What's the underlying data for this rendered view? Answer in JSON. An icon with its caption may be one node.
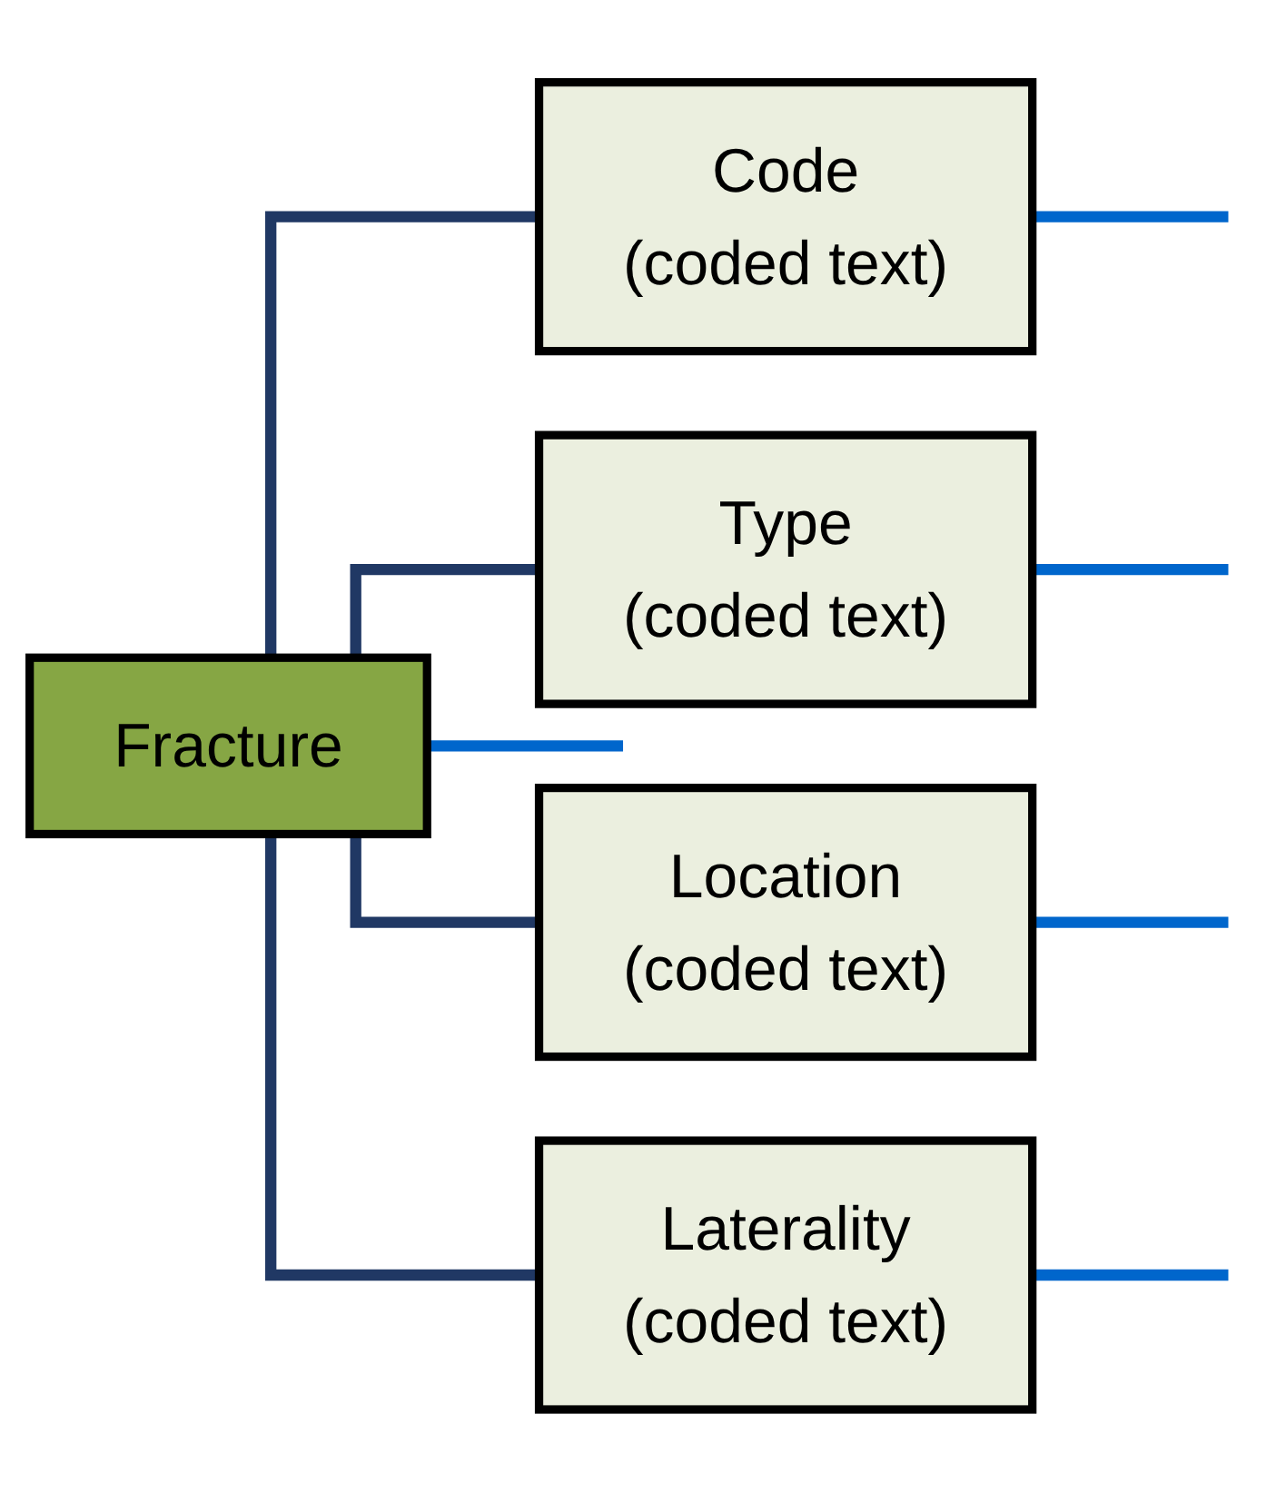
{
  "diagram": {
    "nodes": [
      {
        "text": [
          "Fracture"
        ]
      },
      {
        "text": [
          "Code",
          "(coded text)"
        ]
      },
      {
        "text": [
          "Type",
          "(coded text)"
        ]
      },
      {
        "text": [
          "Location",
          "(coded text)"
        ]
      },
      {
        "text": [
          "Laterality",
          "(coded text)"
        ]
      }
    ],
    "edges": [
      {
        "from": 0,
        "to": null,
        "arrow": "none"
      },
      {
        "from": 0,
        "to": 1,
        "arrow": "none",
        "color": "#203864"
      },
      {
        "from": 0,
        "to": 2,
        "arrow": "none",
        "color": "#203864"
      },
      {
        "from": 0,
        "to": 3,
        "arrow": "none",
        "color": "#203864"
      },
      {
        "from": 0,
        "to": 4,
        "arrow": "none",
        "color": "#203864"
      },
      {
        "from": 1,
        "to": null,
        "arrow": "none"
      },
      {
        "from": 2,
        "to": null,
        "arrow": "none"
      },
      {
        "from": 3,
        "to": null,
        "arrow": "none"
      },
      {
        "from": 4,
        "to": null,
        "arrow": "none"
      }
    ]
  }
}
